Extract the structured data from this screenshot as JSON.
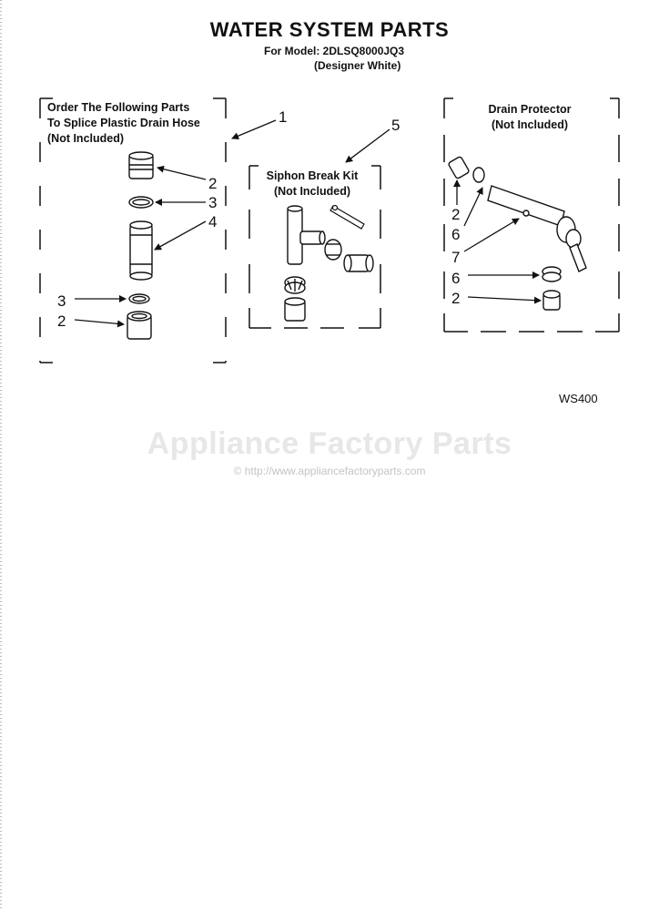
{
  "title": "WATER SYSTEM PARTS",
  "model_line": "For Model: 2DLSQ8000JQ3",
  "color_line": "(Designer White)",
  "groups": {
    "splice": {
      "lines": [
        "Order The Following Parts",
        "To Splice Plastic Drain Hose",
        "(Not Included)"
      ]
    },
    "siphon": {
      "lines": [
        "Siphon Break Kit",
        "(Not Included)"
      ]
    },
    "drain": {
      "lines": [
        "Drain Protector",
        "(Not Included)"
      ]
    }
  },
  "callouts": {
    "c1": "1",
    "c5": "5",
    "left": [
      "2",
      "3",
      "4",
      "3",
      "2"
    ],
    "right": [
      "2",
      "6",
      "7",
      "6",
      "2"
    ]
  },
  "figure_code": "WS400",
  "watermark": "Appliance Factory Parts",
  "watermark_url": "© http://www.appliancefactoryparts.com"
}
